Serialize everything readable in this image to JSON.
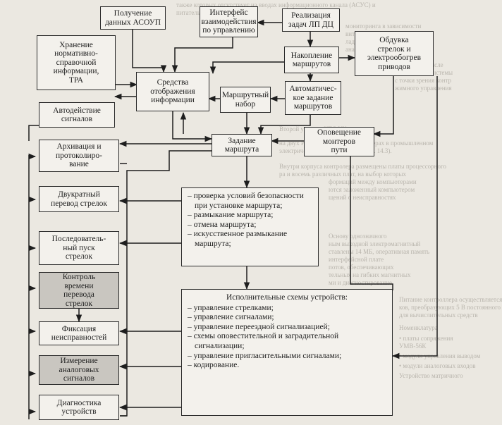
{
  "diagram": {
    "boxes": {
      "asoup": "Получение\nданных АСОУП",
      "interface": "Интерфейс\nвзаимодействия\nпо управлению",
      "lp_dc": "Реализация\nзадач ЛП ДЦ",
      "storage": "Хранение\nнормативно-\nсправочной\nинформации,\nТРА",
      "display": "Средства\nотображения\nинформации",
      "accumulate": "Накопление\nмаршрутов",
      "blowing": "Обдувка\nстрелок и\nэлектрообогрев\nприводов",
      "route_set": "Маршрутный\nнабор",
      "auto_route": "Автоматичес-\nкое задание\nмаршрутов",
      "auto_signals": "Автодействие\nсигналов",
      "set_route": "Задание\nмаршрута",
      "notify": "Оповещение\nмонтеров\nпути",
      "archive": "Архивация и\nпротоколиро-\nвание",
      "double_switch": "Двукратный\nперевод стрелок",
      "seq_start": "Последователь-\nный пуск\nстрелок",
      "time_control": "Контроль\nвремени\nперевода\nстрелок",
      "faults": "Фиксация\nнеисправностей",
      "analog": "Измерение\nаналоговых\nсигналов",
      "diagnostics": "Диагностика\nустройств"
    },
    "route_functions": [
      "– проверка условий безопасности при установке маршрута;",
      "– размыкание маршрута;",
      "– отмена маршрута;",
      "– искусственное размыкание маршрута;"
    ],
    "executive": {
      "title": "Исполнительные схемы устройств:",
      "items": [
        "– управление стрелками;",
        "– управление сигналами;",
        "– управление переездной сигнализацией;",
        "– схемы оповестительной и заградительной сигнализации;",
        "– управление пригласительными сигналами;",
        "– кодирование."
      ]
    }
  },
  "background_page": {
    "lines": [
      "также которых отсутствует на вводах информационного канала (АСУС) и",
      "питательной станции;",
      "мониторинга в зависимости",
      "вития данного",
      "ладанного открытая систе",
      "аналоговых систем",
      "с систе",
      "их систем в числе",
      "ДСП) в этой системы",
      "с точки зрения контр",
      "жимного управления",
      "Второй уровень КТС УК",
      "на двух РС-совместимых компьютерах в промышленном",
      "электрической централизации (рис. 14.3).",
      "Внутри корпуса контролера размещены платы процессорного",
      "ра и восемь различных плат, на выбор которых",
      "формаций между компьютерами",
      "ются заложенный компьютером",
      "щений о неисправностях",
      "Основу однозначного",
      "ным выходной электромагнитный",
      "ставлены 14 МБ, оперативная память",
      "интерфейсной плате",
      "потов, обеспечивающих",
      "тельных на гибких магнитных",
      "ми и диагностирование",
      "Питание контроллера осуществляется",
      "ков, преобразующих 5 В постоянного",
      "для вычислительных средств",
      "Номенклатура",
      "• платы сопряжения",
      "УМВ-56К",
      "• модули управления выводом",
      "• модули аналоговых входов",
      "Устройство матричного"
    ]
  }
}
